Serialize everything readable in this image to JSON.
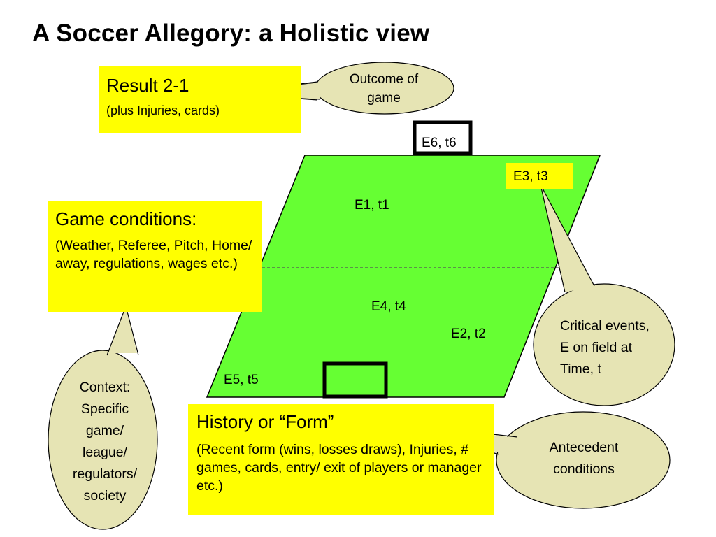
{
  "title": "A Soccer Allegory: a Holistic view",
  "colors": {
    "field": "#66ff33",
    "box": "#ffff00",
    "callout": "#e6e4b4",
    "outline": "#000000"
  },
  "result_box": {
    "head": "Result 2-1",
    "body": "(plus Injuries, cards)"
  },
  "game_conditions_box": {
    "head": "Game conditions:",
    "body": "(Weather, Referee, Pitch, Home/ away, regulations, wages etc.)"
  },
  "history_box": {
    "head": "History or “Form”",
    "body": "(Recent form (wins, losses draws), Injuries, # games, cards, entry/ exit of players or manager etc.)"
  },
  "events": {
    "e1": "E1, t1",
    "e2": "E2, t2",
    "e3": "E3, t3",
    "e4": "E4, t4",
    "e5": "E5, t5",
    "e6": "E6, t6"
  },
  "callouts": {
    "outcome": "Outcome of game",
    "critical": "Critical events, E on field at Time, t",
    "context": "Context: Specific game/ league/ regulators/ society",
    "antecedent": "Antecedent conditions"
  }
}
